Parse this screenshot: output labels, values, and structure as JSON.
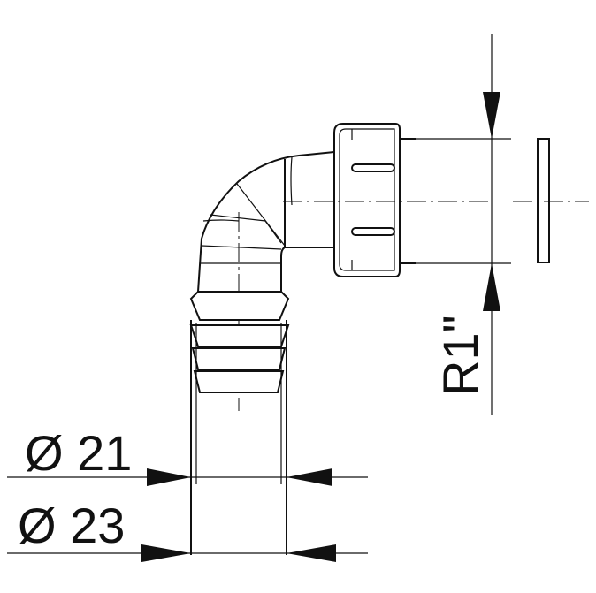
{
  "labels": {
    "dim_21": "Ø 21",
    "dim_23": "Ø 23",
    "dim_thread": "R1\""
  },
  "colors": {
    "line": "#111111",
    "background": "#ffffff"
  }
}
